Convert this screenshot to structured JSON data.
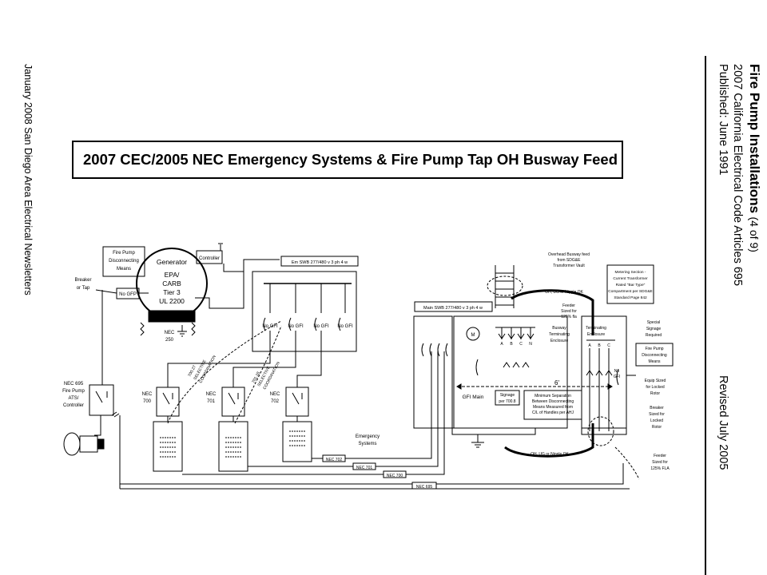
{
  "header": {
    "title": "Fire Pump Installations",
    "part": "(4 of 9)",
    "line2": "2007 California Electrical Code Articles 695",
    "line3": "Published:  June 1991",
    "revised": "Revised July 2005",
    "footer": "January 2008 San Diego Area Electrical Newsletters"
  },
  "diagram": {
    "title": "2007 CEC/2005 NEC Emergency Systems & Fire Pump Tap OH Busway Feed",
    "fp_disconnect": [
      "Fire Pump",
      "Disconnecting",
      "Means"
    ],
    "generator": [
      "Generator",
      "EPA/",
      "CARB",
      "Tier 3",
      "UL 2200"
    ],
    "controller": "Controller",
    "breaker_tap": [
      "Breaker",
      "or Tap"
    ],
    "no_gfp": "No GFP",
    "nec250": [
      "NEC",
      "250"
    ],
    "em_swb": "Em SWB 277/480 v 3 ph 4 w",
    "no_gfi": "No GFI",
    "main_swb": "Main SWB 277/480 v 3 ph 4 w",
    "nec695_ats": [
      "NEC 695",
      "Fire Pump",
      "ATS/",
      "Controller"
    ],
    "nec700": [
      "NEC",
      "700"
    ],
    "nec701": [
      "NEC",
      "701"
    ],
    "nec702": [
      "NEC",
      "702"
    ],
    "coord1": [
      "700.27",
      "SELECTIVE",
      "COORDINATION"
    ],
    "coord2": [
      "701.18",
      "SELECTIVE",
      "COORDINATION"
    ],
    "emergency_systems": [
      "Emergency",
      "Systems"
    ],
    "nec702_label": "NEC 702",
    "nec701_label": "NEC 701",
    "nec700_label": "NEC 700",
    "nec695_label": "NEC 695",
    "overhead_busway": [
      "Overhead Busway feed",
      "from SDG&E",
      "Transformer Vault"
    ],
    "oh_ug_top": "OH, UG or Nipple OK",
    "oh_ug_bottom": "OH, UG or Nipple OK",
    "metering": [
      "Metering Section -",
      "Current Transformer",
      "Rated \"Bar Type\"",
      "Compartment per SDG&E",
      "Standard Page 842"
    ],
    "feeder_125": [
      "Feeder",
      "Sized for",
      "125% fla"
    ],
    "busway_term": [
      "Busway",
      "Terminating",
      "Enclosure"
    ],
    "terminating": [
      "Terminating",
      "Enclosure"
    ],
    "special_signage": [
      "Special",
      "Signage",
      "Required"
    ],
    "fp_disconnect2": [
      "Fire Pump",
      "Disconnecting",
      "Means"
    ],
    "equip_sized": [
      "Equip Sized",
      "for Locked",
      "Rotor"
    ],
    "breaker_sized": [
      "Breaker",
      "Sized for",
      "Locked",
      "Rotor"
    ],
    "gfi_main": "GFI Main",
    "signage": [
      "Signage",
      "per 700.8"
    ],
    "min_sep": [
      "Minimum Separation",
      "Between Disconnecting",
      "Means Measured from",
      "C/L of Handles per AHJ"
    ],
    "six_ft": "6'",
    "no_gfi2": [
      "No",
      "GFI"
    ],
    "abcn": [
      "A",
      "B",
      "C",
      "N"
    ],
    "abc": [
      "A",
      "B",
      "C"
    ],
    "m": "M",
    "feeder_fla": [
      "Feeder",
      "Sized for",
      "125% FLA"
    ]
  }
}
